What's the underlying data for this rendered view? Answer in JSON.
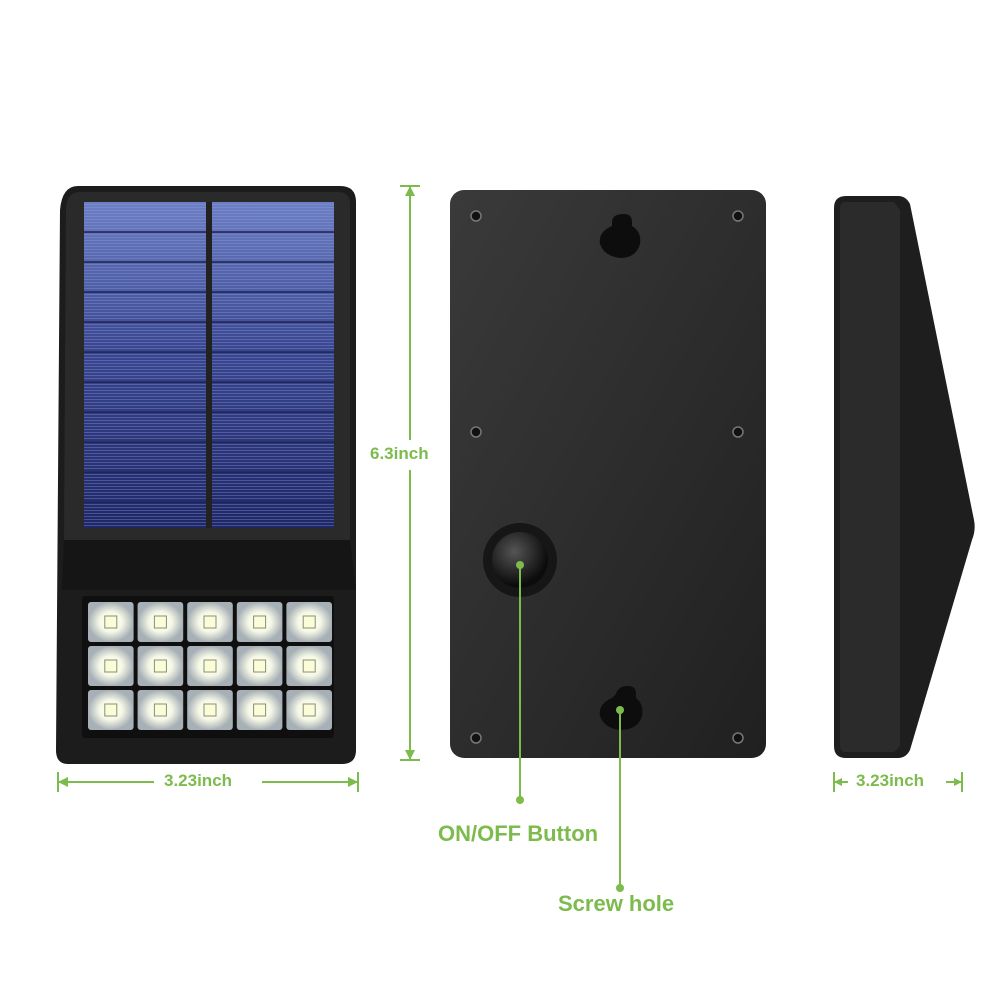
{
  "dimensions": {
    "height_label": "6.3inch",
    "front_width_label": "3.23inch",
    "side_width_label": "3.23inch"
  },
  "callouts": {
    "button_label": "ON/OFF Button",
    "screw_hole_label": "Screw hole"
  },
  "led_grid": {
    "rows": 3,
    "cols": 5
  },
  "colors": {
    "accent": "#7cbb4c",
    "body": "#2b2b2b",
    "panel": "#3a4a8a"
  }
}
